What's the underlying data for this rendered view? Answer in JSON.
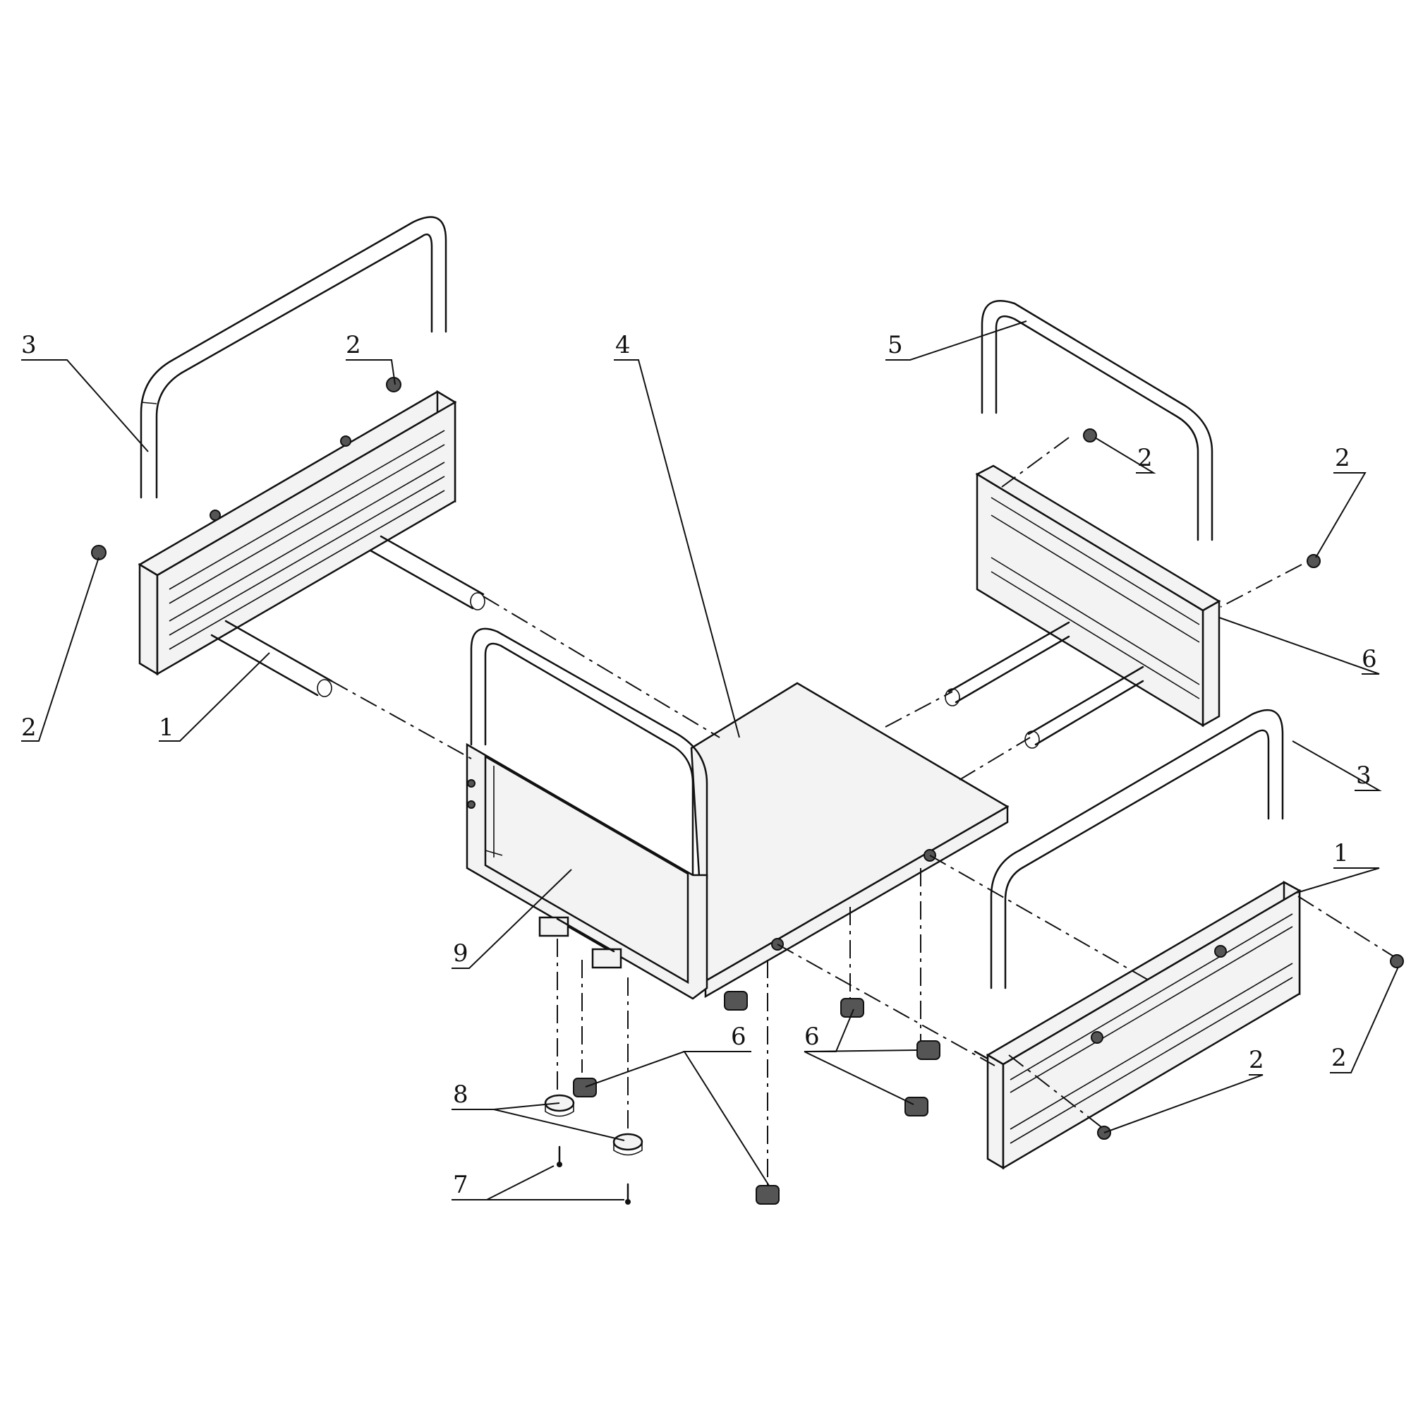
{
  "callouts": [
    "1",
    "2",
    "3",
    "4",
    "5",
    "6",
    "7",
    "8",
    "9"
  ],
  "colors": {
    "line": "#111111",
    "background": "#ffffff",
    "panel_fill": "#f3f3f3",
    "knob_fill": "#555555"
  }
}
